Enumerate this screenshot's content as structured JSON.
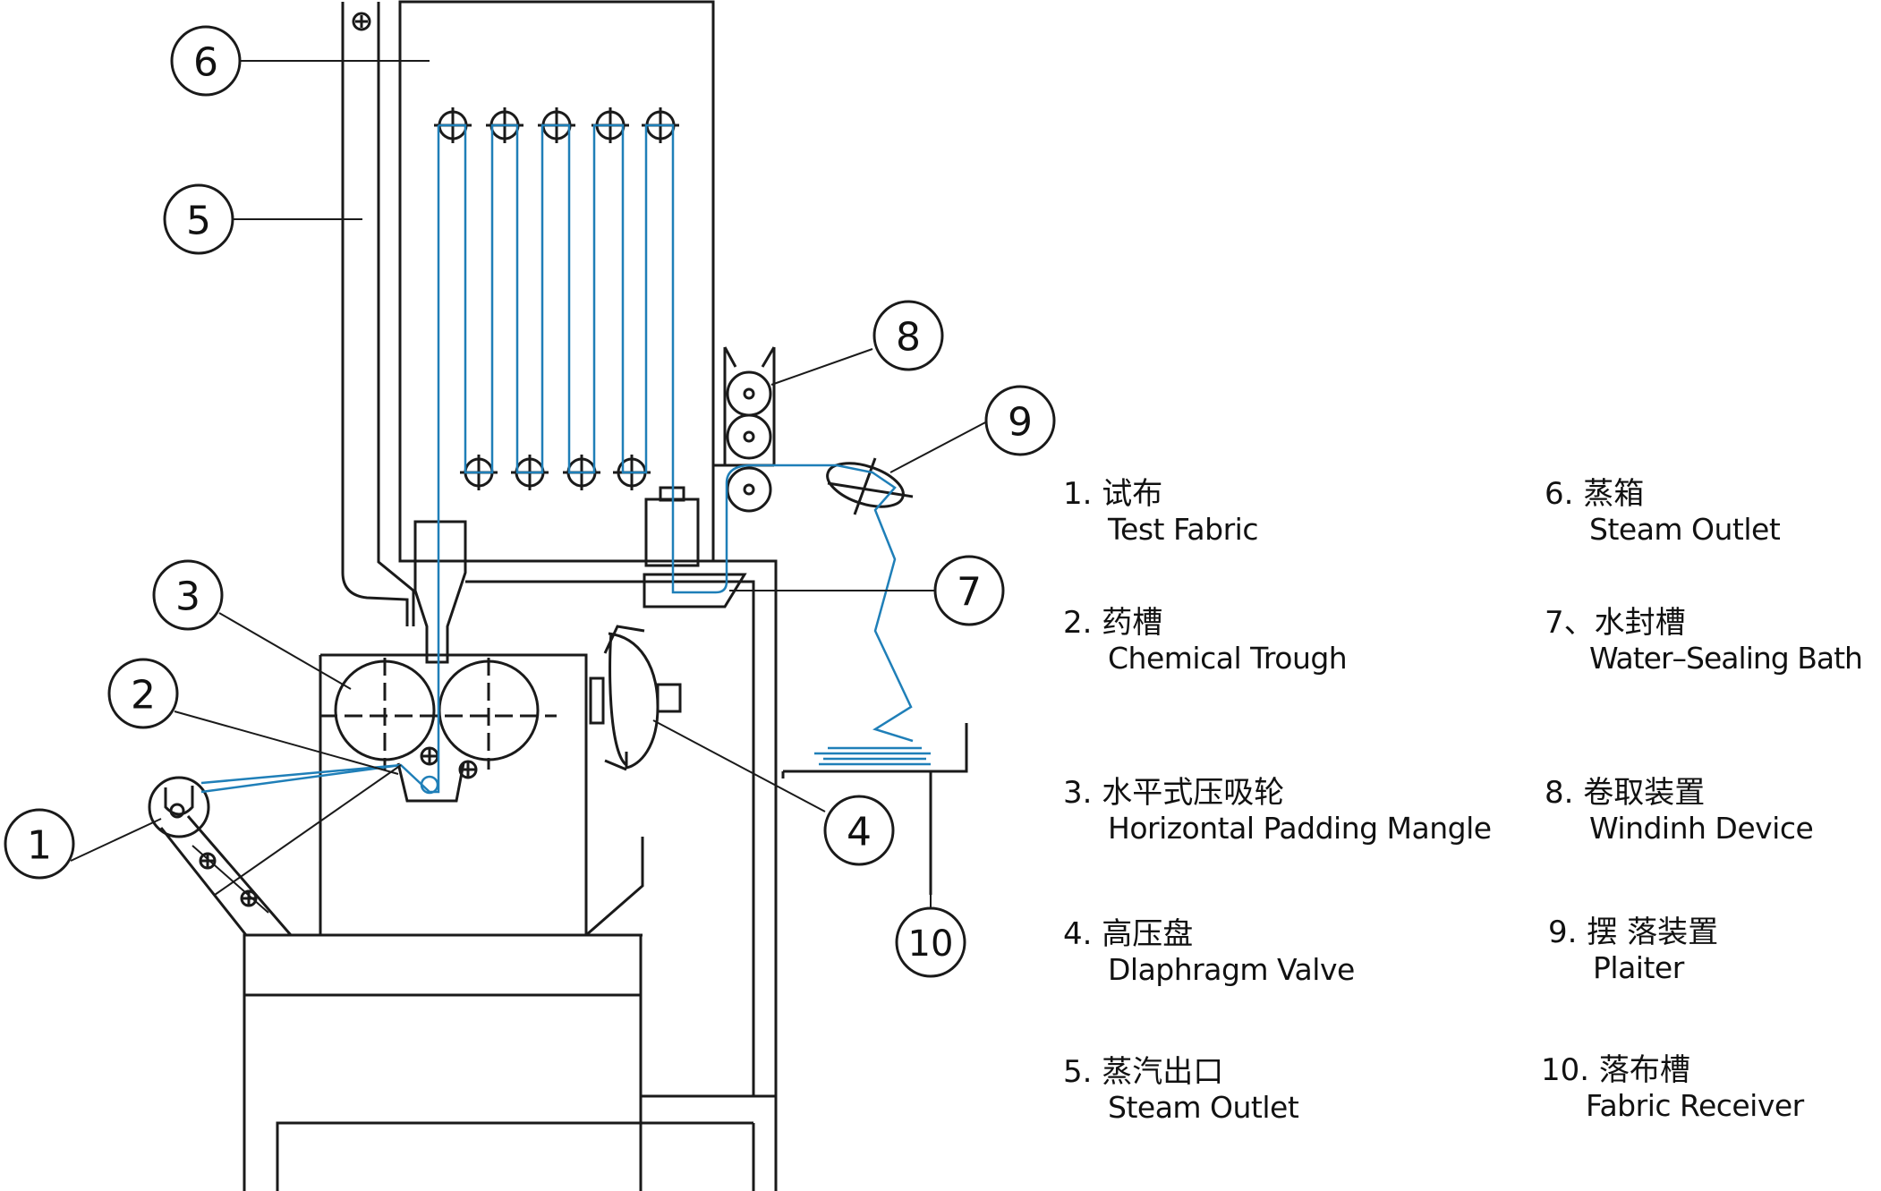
{
  "callouts": [
    "1",
    "2",
    "3",
    "4",
    "5",
    "6",
    "7",
    "8",
    "9",
    "10"
  ],
  "legend": [
    {
      "num": "1.",
      "cn": "试布",
      "en": "Test Fabric"
    },
    {
      "num": "2.",
      "cn": "药槽",
      "en": "Chemical Trough"
    },
    {
      "num": "3.",
      "cn": "水平式压吸轮",
      "en": "Horizontal Padding Mangle"
    },
    {
      "num": "4.",
      "cn": "高压盘",
      "en": "Dlaphragm Valve"
    },
    {
      "num": "5.",
      "cn": "蒸汽出口",
      "en": "Steam Outlet"
    },
    {
      "num": "6.",
      "cn": "蒸箱",
      "en": "Steam Outlet"
    },
    {
      "num": "7、",
      "cn": "水封槽",
      "en": "Water–Sealing Bath"
    },
    {
      "num": "8.",
      "cn": "卷取装置",
      "en": "Windinh Device"
    },
    {
      "num": "9.",
      "cn": "摆 落装置",
      "en": "Plaiter"
    },
    {
      "num": "10.",
      "cn": "落布槽",
      "en": "Fabric Receiver"
    }
  ],
  "colors": {
    "line": "#1a1a1a",
    "fabric": "#1f7fb8"
  }
}
